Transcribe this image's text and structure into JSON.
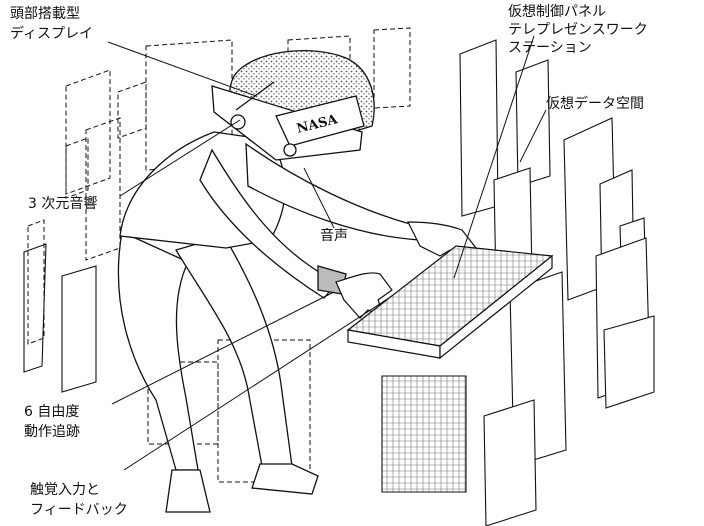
{
  "labels": {
    "hmd_line1": "頭部搭載型",
    "hmd_line2": "ディスプレイ",
    "panel_line1": "仮想制御パネル",
    "panel_line2": "テレプレゼンスワーク",
    "panel_line3": "ステーション",
    "data_space": "仮想データ空間",
    "audio3d": "3 次元音響",
    "voice": "音声",
    "dof_line1": "6 自由度",
    "dof_line2": "動作追跡",
    "haptic_line1": "触覚入力と",
    "haptic_line2": "フィードバック",
    "helmet_text": "NASA"
  },
  "colors": {
    "ink": "#111111",
    "paper": "#ffffff",
    "hatch": "#555555"
  }
}
